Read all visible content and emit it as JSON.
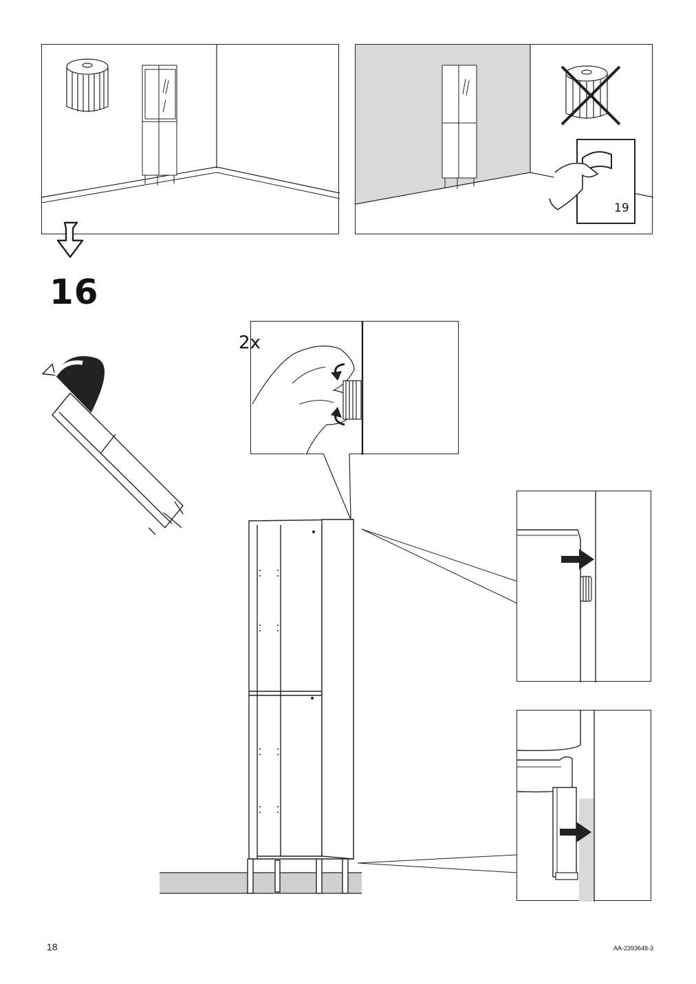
{
  "page": {
    "step_number": "16",
    "page_number": "18",
    "document_code": "AA-2393648-3"
  },
  "top_right_panel": {
    "reference_page": "19"
  },
  "detail_panel": {
    "quantity_label": "2x"
  },
  "icons": {
    "stool": "stool-icon",
    "prohibited": "cross-out-icon",
    "page_flip": "page-turn-icon",
    "continue_arrow": "down-arrow-icon",
    "rotate_arrow": "rotate-arrow-icon",
    "push_arrow": "right-arrow-icon"
  },
  "colors": {
    "line": "#222222",
    "wall_shade": "#d9d9d9",
    "floor_shade": "#cfcfcf"
  }
}
